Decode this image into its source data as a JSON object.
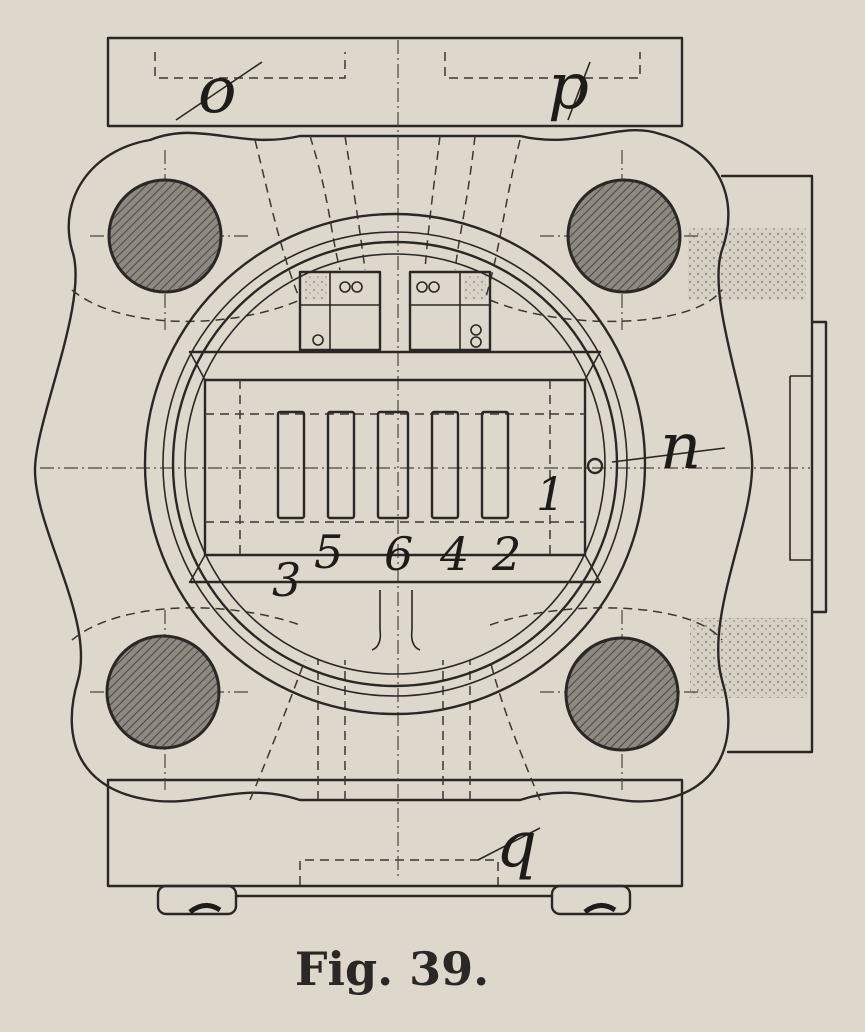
{
  "figure": {
    "caption": "Fig. 39.",
    "labels": {
      "o": "o",
      "p": "p",
      "n": "n",
      "q": "q",
      "port_1": "1",
      "port_3": "3",
      "port_5": "5",
      "port_6": "6",
      "port_4": "4",
      "port_2": "2"
    },
    "colors": {
      "paper": "#ddd8cb",
      "ink": "#2a2826"
    }
  }
}
